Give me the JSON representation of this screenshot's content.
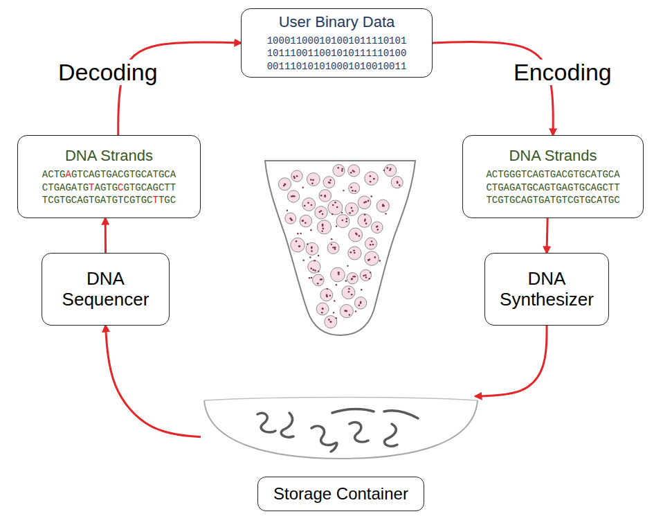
{
  "diagram": {
    "nodes": [
      {
        "text": [
          "User Binary Data",
          "100011000101001011110101 101110011001010111110100 001110101010001010010011"
        ]
      },
      {
        "text": [
          "DNA Strands",
          "ACTGGGTCAGTGACGTGCATGCA CTGAGATGCAGTGAGTGCAGCTT TCGTGCAGTGATGTCGTGCATGC"
        ]
      },
      {
        "text": [
          "DNA Synthesizer"
        ]
      },
      {
        "text": [
          "Storage Container"
        ]
      },
      {
        "text": [
          "DNA Sequencer"
        ]
      },
      {
        "text": [
          "DNA Strands",
          "ACTGAGTCAGTGACGTGCATGCA CTGAGATGTAGTGCGTGCAGCTT TCGTGCAGTGATGTCGTGCTTGC"
        ]
      }
    ],
    "edges": [
      {
        "from": 0,
        "to": 1,
        "arrow": "to",
        "label": "Encoding"
      },
      {
        "from": 1,
        "to": 2,
        "arrow": "to"
      },
      {
        "from": 2,
        "to": 3,
        "arrow": "to"
      },
      {
        "from": 3,
        "to": 4,
        "arrow": "to"
      },
      {
        "from": 4,
        "to": 5,
        "arrow": "to"
      },
      {
        "from": 5,
        "to": 0,
        "arrow": "to",
        "label": "Decoding"
      }
    ]
  }
}
